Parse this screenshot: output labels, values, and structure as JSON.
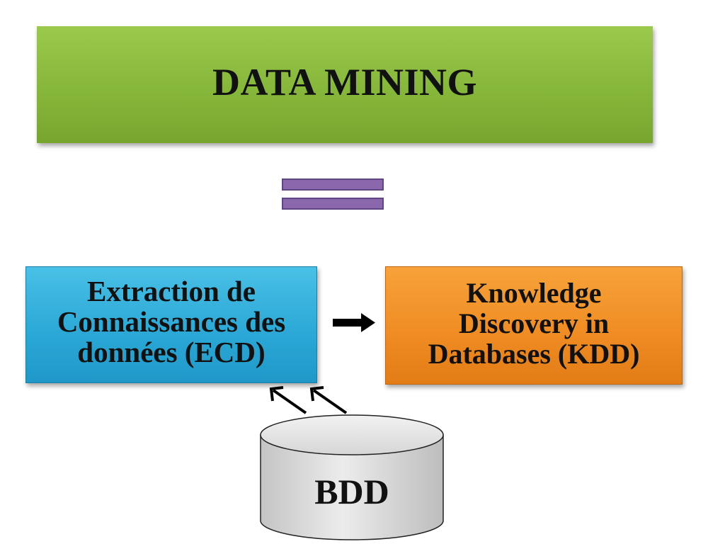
{
  "title": "DATA MINING",
  "ecd": {
    "lines": [
      "Extraction de",
      "Connaissances des",
      "données (ECD)"
    ]
  },
  "kdd": {
    "lines": [
      "Knowledge",
      "Discovery in",
      "Databases (KDD)"
    ]
  },
  "database": {
    "label": "BDD"
  },
  "colors": {
    "title_fill": "#8cbf42",
    "equals_fill": "#8b68ad",
    "ecd_fill": "#2aa7d6",
    "kdd_fill": "#ef8b22",
    "cylinder_fill": "#d9d9d9"
  },
  "icons": {
    "equivalence": "equals-icon",
    "flow": "right-arrow-icon",
    "input": "diagonal-arrow-icon",
    "storage": "cylinder-icon"
  }
}
